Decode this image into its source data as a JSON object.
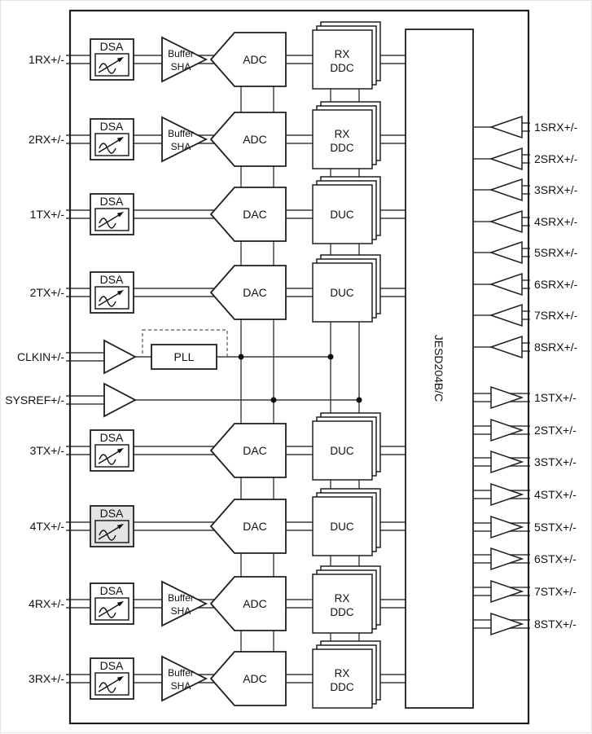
{
  "diagram": {
    "jesd": "JESD204B/C",
    "pll": "PLL",
    "labels": {
      "dsa": "DSA",
      "buffer1": "Buffer",
      "buffer2": "SHA",
      "adc": "ADC",
      "dac": "DAC",
      "duc": "DUC",
      "ddc1": "RX",
      "ddc2": "DDC"
    },
    "left_ports": [
      "1RX+/-",
      "2RX+/-",
      "1TX+/-",
      "2TX+/-",
      "CLKIN+/-",
      "SYSREF+/-",
      "3TX+/-",
      "4TX+/-",
      "4RX+/-",
      "3RX+/-"
    ],
    "srx_ports": [
      "1SRX+/-",
      "2SRX+/-",
      "3SRX+/-",
      "4SRX+/-",
      "5SRX+/-",
      "6SRX+/-",
      "7SRX+/-",
      "8SRX+/-"
    ],
    "stx_ports": [
      "1STX+/-",
      "2STX+/-",
      "3STX+/-",
      "4STX+/-",
      "5STX+/-",
      "6STX+/-",
      "7STX+/-",
      "8STX+/-"
    ]
  }
}
